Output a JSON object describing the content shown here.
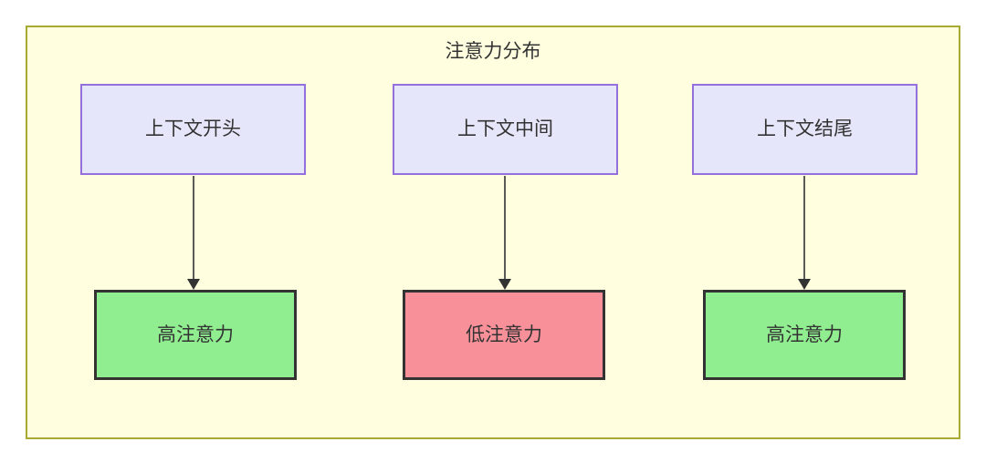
{
  "diagram": {
    "title": "注意力分布",
    "container": {
      "fill": "#ffffe0",
      "border": "#aaaa33"
    },
    "columns": [
      {
        "context_label": "上下文开头",
        "outcome_label": "高注意力",
        "outcome_level": "high",
        "outcome_fill": "#90ee90"
      },
      {
        "context_label": "上下文中间",
        "outcome_label": "低注意力",
        "outcome_level": "low",
        "outcome_fill": "#f8909a"
      },
      {
        "context_label": "上下文结尾",
        "outcome_label": "高注意力",
        "outcome_level": "high",
        "outcome_fill": "#90ee90"
      }
    ],
    "node_style": {
      "context_fill": "#e6e6fa",
      "context_border": "#9370db",
      "outcome_border": "#333333",
      "text_color": "#333333"
    },
    "edges": [
      {
        "from": "上下文开头",
        "to": "高注意力"
      },
      {
        "from": "上下文中间",
        "to": "低注意力"
      },
      {
        "from": "上下文结尾",
        "to": "高注意力"
      }
    ]
  }
}
